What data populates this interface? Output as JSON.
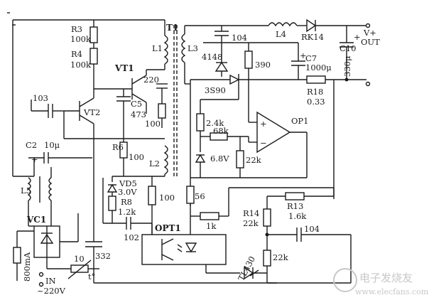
{
  "components": {
    "r3": {
      "ref": "R3",
      "value": "100k"
    },
    "r4": {
      "ref": "R4",
      "value": "100k"
    },
    "vt1": {
      "ref": "VT1"
    },
    "vt2": {
      "ref": "VT2"
    },
    "t1": {
      "ref": "T1"
    },
    "l1": {
      "ref": "L1"
    },
    "l2": {
      "ref": "L2"
    },
    "l3": {
      "ref": "L3"
    },
    "l4": {
      "ref": "L4"
    },
    "l5": {
      "ref": "L5"
    },
    "c103": {
      "value": "103"
    },
    "c5": {
      "ref": "C5",
      "value": "473"
    },
    "r220": {
      "value": "220"
    },
    "r100a": {
      "value": "100"
    },
    "r6": {
      "ref": "R6",
      "value": "100"
    },
    "c2": {
      "ref": "C2",
      "value": "10μ"
    },
    "vd5": {
      "ref": "VD5",
      "value": "3.0V"
    },
    "r8": {
      "ref": "R8",
      "value": "1.2k"
    },
    "r100b": {
      "value": "100"
    },
    "c102": {
      "value": "102"
    },
    "opt1": {
      "ref": "OPT1"
    },
    "c332": {
      "value": "332"
    },
    "vc1": {
      "ref": "VC1"
    },
    "fuse": {
      "value": "800mA"
    },
    "thermistor": {
      "value": "10",
      "temp": "t°"
    },
    "input": {
      "label": "IN",
      "voltage": "~220V"
    },
    "c104a": {
      "value": "104"
    },
    "d4148": {
      "value": "4148"
    },
    "r390": {
      "value": "390"
    },
    "q3s90": {
      "value": "3S90"
    },
    "rk14": {
      "ref": "RK14"
    },
    "c7": {
      "ref": "C7",
      "value": "1000μ"
    },
    "c10": {
      "ref": "C10",
      "value": "330μ"
    },
    "output": {
      "label": "V+",
      "sub": "OUT"
    },
    "r18": {
      "ref": "R18",
      "value": "0.33"
    },
    "r24k": {
      "value": "2.4k"
    },
    "r68k": {
      "value": "68k"
    },
    "op1": {
      "ref": "OP1"
    },
    "dz68": {
      "value": "6.8V"
    },
    "r22k_a": {
      "value": "22k"
    },
    "r56": {
      "value": "56"
    },
    "r1k": {
      "value": "1k"
    },
    "r13": {
      "ref": "R13",
      "value": "1.6k"
    },
    "r14": {
      "ref": "R14",
      "value": "22k"
    },
    "c104b": {
      "value": "104"
    },
    "tl430": {
      "value": "TL430"
    },
    "r22k_b": {
      "value": "22k"
    }
  },
  "polarity": {
    "plus": "+",
    "minus": "−"
  },
  "watermark": {
    "text": "电子发烧友",
    "url": "www.elecfans.com"
  },
  "colors": {
    "ink": "#1a1a1a",
    "watermark": "#c8c8c8"
  }
}
